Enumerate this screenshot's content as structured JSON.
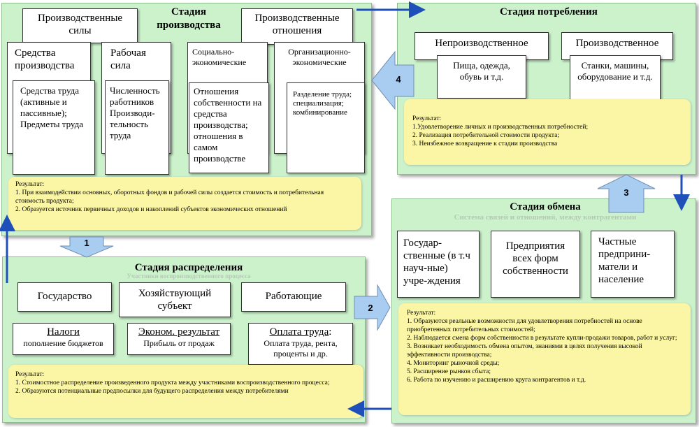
{
  "production": {
    "title_line1": "Стадия",
    "title_line2": "производства",
    "forces": "Производственные силы",
    "relations": "Производственные отношения",
    "means": "Средства производства",
    "labor": "Рабочая сила",
    "socio": "Социально-экономические",
    "org": "Организационно-экономические",
    "means_detail": "Средства труда (активные и пассивные); Предметы труда",
    "labor_detail": "Численность работников Производи-тельность труда",
    "socio_detail": "Отношения собственности на средства производства; отношения в самом производстве",
    "org_detail": "Разделение труда; специализация; комбинирование",
    "result_label": "Результат:",
    "result_1": "1. При взаимодействии основных, оборотных фондов и рабочей силы создается стоимость и потребительная стоимость продукта;",
    "result_2": "2. Образуется источник первичных доходов и накоплений субъектов экономических отношений"
  },
  "consumption": {
    "title": "Стадия потребления",
    "nonprod": "Непроизводственное",
    "prod": "Производственное",
    "nonprod_detail": "Пища, одежда, обувь и т.д.",
    "prod_detail": "Станки, машины, оборудование и т.д.",
    "result_label": "Результат:",
    "result_1": "1.Удовлетворение личных и производственных потребностей;",
    "result_2": "2. Реализация потребительной стоимости продукта;",
    "result_3": "3. Неизбежное возвращение к стадии производства"
  },
  "exchange": {
    "title": "Стадия обмена",
    "subtitle": "Система связей и отношений, между контрагентами",
    "gov": "Государ-ственные (в т.ч науч-ные) учре-ждения",
    "enterprises": "Предприятия всех форм собственности",
    "private": "Частные предприни-матели и население",
    "result_label": "Результат:",
    "result_1": "1. Образуются реальные возможности для удовлетворения потребностей на основе приобретенных потребительных стоимостей;",
    "result_2": "2. Наблюдается смена форм собственности в результате купли-продажи товаров, работ и услуг;",
    "result_3": "3. Возникает необходимость обмена опытом, знаниями в целях получения высокой эффективности производства;",
    "result_4": "4. Мониторинг рыночной среды;",
    "result_5": "5. Расширение рынков сбыта;",
    "result_6": "6. Работа по изучению и расширению круга контрагентов и т.д."
  },
  "distribution": {
    "title": "Стадия распределения",
    "subtitle": "Участники воспроизводственного процесса",
    "state": "Государство",
    "entity": "Хозяйствующий субъект",
    "workers": "Работающие",
    "taxes": "Налоги",
    "taxes_detail": "пополнение бюджетов",
    "econ": "Эконом. результат",
    "econ_detail": "Прибыль от продаж",
    "wages": "Оплата труда",
    "wages_colon": ":",
    "wages_detail": "Оплата труда, рента, проценты и др.",
    "result_label": "Результат:",
    "result_1": "1. Стоимостное распределение произведенного продукта между участниками воспроизводственного процесса;",
    "result_2": "2. Образуются потенциальные предпосылки для будущего распределения между потребителями"
  },
  "arrows": {
    "a1": "1",
    "a2": "2",
    "a3": "3",
    "a4": "4"
  },
  "colors": {
    "panel": "#ccf2cc",
    "result": "#fbf6a6",
    "arrow_fill": "#a8cdf0",
    "arrow_line": "#1f4fb8"
  }
}
